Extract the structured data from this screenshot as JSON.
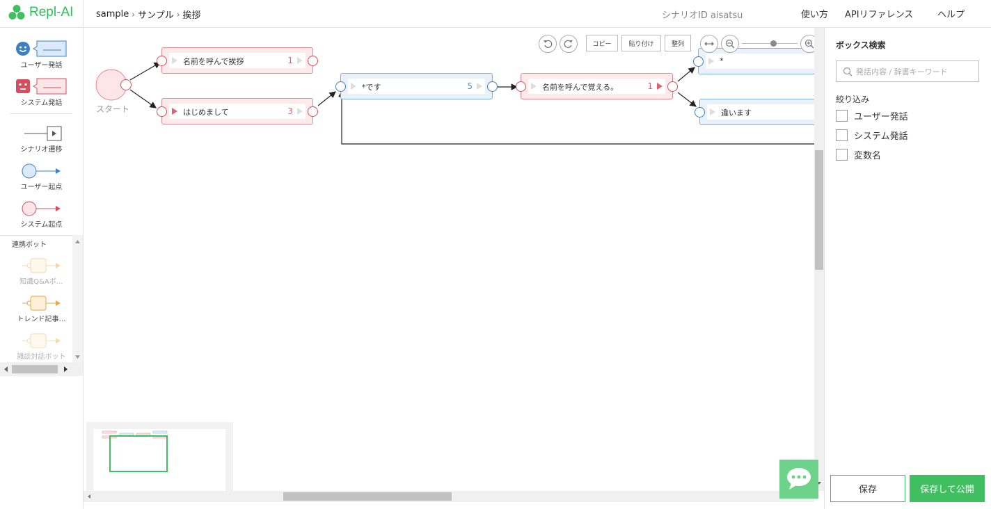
{
  "app": {
    "logo_text": "Repl-AI",
    "accent": "#3fbf5f"
  },
  "breadcrumb": {
    "items": [
      "sample",
      "サンプル",
      "挨拶"
    ],
    "separator": "›"
  },
  "header": {
    "scenario_id": "シナリオID aisatsu",
    "nav": [
      "使い方",
      "APIリファレンス",
      "ヘルプ"
    ]
  },
  "palette": {
    "user_utterance": "ユーザー発話",
    "system_utterance": "システム発話",
    "scenario_transition": "シナリオ遷移",
    "user_start": "ユーザー起点",
    "system_start": "システム起点",
    "bots_title": "連携ボット",
    "bots": [
      "知識Q&Aボ…",
      "トレンド記事…",
      "雑談対話ボット"
    ]
  },
  "toolbar": {
    "copy": "コピー",
    "paste": "貼り付け",
    "arrange": "整列",
    "zoom_level": 0.8
  },
  "canvas": {
    "start_label": "スタート",
    "nodes": [
      {
        "id": "n1",
        "kind": "system",
        "text": "名前を呼んで挨拶",
        "count": "1"
      },
      {
        "id": "n2",
        "kind": "system",
        "text": "はじめまして",
        "count": "3"
      },
      {
        "id": "n3",
        "kind": "user",
        "text": "*です",
        "count": "5"
      },
      {
        "id": "n4",
        "kind": "system",
        "text": "名前を呼んで覚える。",
        "count": "1"
      },
      {
        "id": "n5",
        "kind": "user",
        "text": "*",
        "count": ""
      },
      {
        "id": "n6",
        "kind": "user",
        "text": "違います",
        "count": ""
      }
    ]
  },
  "right_panel": {
    "title": "ボックス検索",
    "search_placeholder": "発話内容 / 辞書キーワード",
    "filter_title": "絞り込み",
    "filters": [
      "ユーザー発話",
      "システム発話",
      "変数名"
    ],
    "save": "保存",
    "save_publish": "保存して公開"
  }
}
